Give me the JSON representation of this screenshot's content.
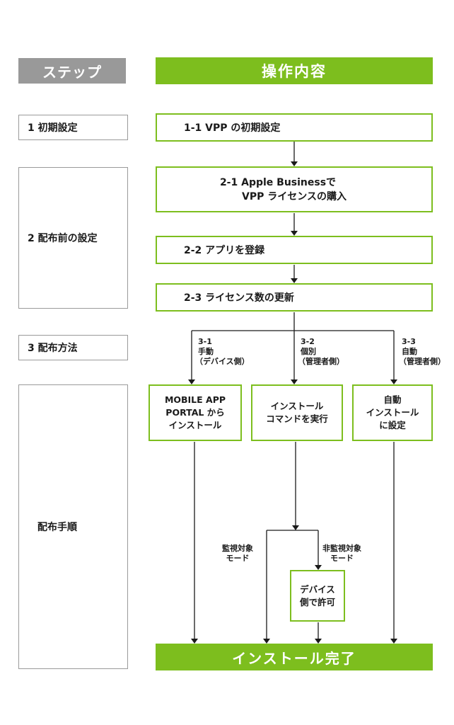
{
  "header": {
    "steps_title": "ステップ",
    "operations_title": "操作内容"
  },
  "steps": [
    {
      "label": "1 初期設定"
    },
    {
      "label": "2 配布前の設定"
    },
    {
      "label": "3 配布方法"
    },
    {
      "label": "配布手順"
    }
  ],
  "operations": {
    "op_1_1": "1-1 VPP の初期設定",
    "op_2_1_line1": "2-1 Apple Businessで",
    "op_2_1_line2": "VPP ライセンスの購入",
    "op_2_2": "2-2 アプリを登録",
    "op_2_3": "2-3 ライセンス数の更新"
  },
  "methods": [
    {
      "num": "3-1",
      "kind": "手動",
      "side": "（デバイス側）",
      "box_lines": [
        "MOBILE APP",
        "PORTAL から",
        "インストール"
      ]
    },
    {
      "num": "3-2",
      "kind": "個別",
      "side": "（管理者側）",
      "box_lines": [
        "インストール",
        "コマンドを実行"
      ]
    },
    {
      "num": "3-3",
      "kind": "自動",
      "side": "（管理者側）",
      "box_lines": [
        "自動",
        "インストール",
        "に設定"
      ]
    }
  ],
  "branch": {
    "supervised_line1": "監視対象",
    "supervised_line2": "モード",
    "unsupervised_line1": "非監視対象",
    "unsupervised_line2": "モード",
    "allow_line1": "デバイス",
    "allow_line2": "側で許可"
  },
  "final": {
    "label": "インストール完了"
  },
  "colors": {
    "accent": "#7dbe1e",
    "gray_header": "#999999",
    "step_border": "#9a9a9a"
  }
}
